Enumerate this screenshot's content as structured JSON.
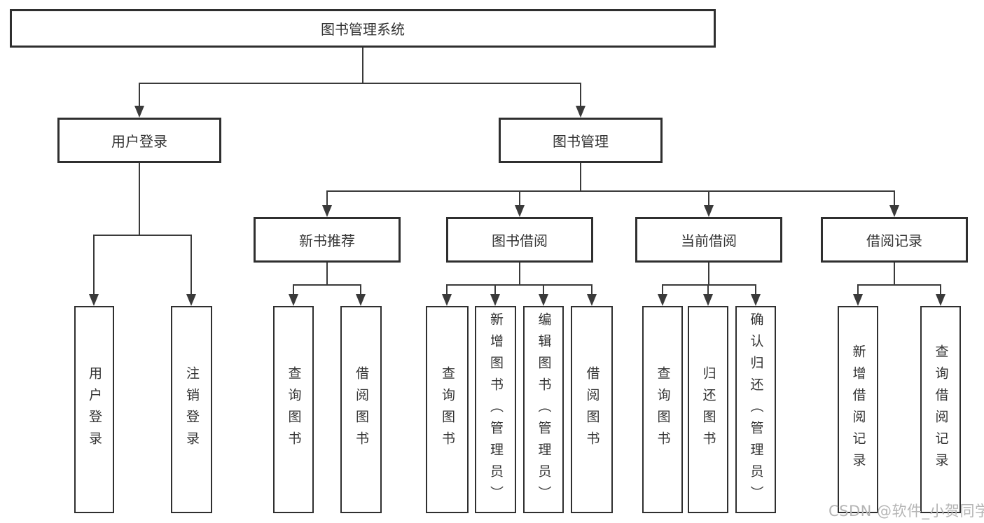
{
  "tree": {
    "root": {
      "label": "图书管理系统"
    },
    "branches": [
      {
        "label": "用户登录",
        "children": [
          {
            "label": "用户登录"
          },
          {
            "label": "注销登录"
          }
        ]
      },
      {
        "label": "图书管理",
        "children": [
          {
            "label": "新书推荐",
            "children": [
              {
                "label": "查询图书"
              },
              {
                "label": "借阅图书"
              }
            ]
          },
          {
            "label": "图书借阅",
            "children": [
              {
                "label": "查询图书"
              },
              {
                "label": "新增图书（管理员）"
              },
              {
                "label": "编辑图书（管理员）"
              },
              {
                "label": "借阅图书"
              }
            ]
          },
          {
            "label": "当前借阅",
            "children": [
              {
                "label": "查询图书"
              },
              {
                "label": "归还图书"
              },
              {
                "label": "确认归还（管理员）"
              }
            ]
          },
          {
            "label": "借阅记录",
            "children": [
              {
                "label": "新增借阅记录"
              },
              {
                "label": "查询借阅记录"
              }
            ]
          }
        ]
      }
    ]
  },
  "watermark": {
    "text": "CSDN @软件_小贺同学"
  },
  "colors": {
    "line": "#3a3a3a",
    "box_border": "#2f2f2f",
    "box_background": "#ffffff",
    "text": "#333333",
    "watermark": "#b5b5b5"
  }
}
